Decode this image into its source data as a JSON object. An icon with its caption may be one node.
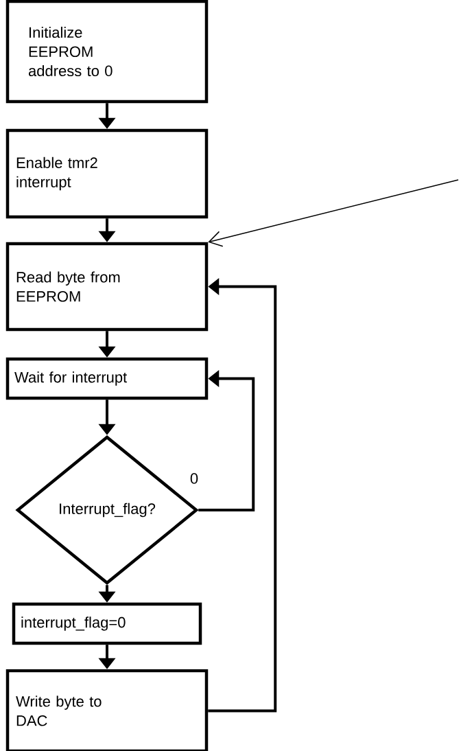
{
  "diagram": {
    "nodes": [
      {
        "text": [
          "Initialize EEPROM address to 0"
        ]
      },
      {
        "text": [
          "Enable tmr2 interrupt"
        ]
      },
      {
        "text": [
          "Read byte from EEPROM"
        ]
      },
      {
        "text": [
          "Wait for interrupt"
        ]
      },
      {
        "text": [
          "Interrupt_flag?"
        ]
      },
      {
        "text": [
          "interrupt_flag=0"
        ]
      },
      {
        "text": [
          "Write byte to DAC"
        ]
      }
    ],
    "edges": [
      {
        "from": 0,
        "to": 1,
        "arrow": "to"
      },
      {
        "from": 1,
        "to": 2,
        "arrow": "to"
      },
      {
        "from": 2,
        "to": 3,
        "arrow": "to"
      },
      {
        "from": 3,
        "to": 4,
        "arrow": "to"
      },
      {
        "from": 4,
        "to": 5,
        "arrow": "to"
      },
      {
        "from": 5,
        "to": 6,
        "arrow": "to"
      },
      {
        "from": 4,
        "to": 3,
        "arrow": "to",
        "label": "0"
      },
      {
        "from": 6,
        "to": 2,
        "arrow": "to"
      },
      {
        "from": null,
        "to": 2,
        "arrow": "to"
      }
    ]
  }
}
